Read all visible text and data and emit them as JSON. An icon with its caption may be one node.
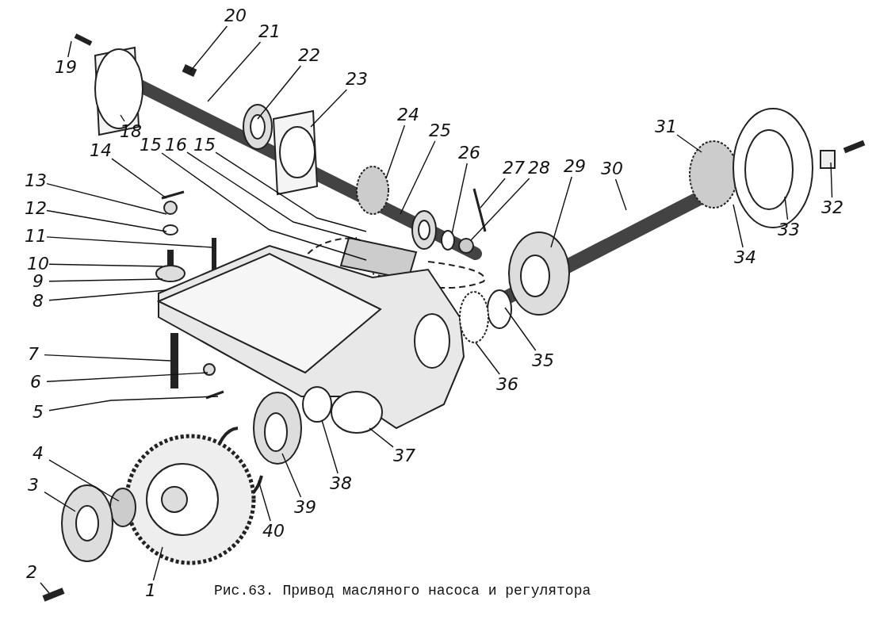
{
  "diagram": {
    "caption": "Рис.63. Привод масляного насоса и регулятора",
    "nodes": [
      {
        "text": [
          "1"
        ]
      },
      {
        "text": [
          "2"
        ]
      },
      {
        "text": [
          "3"
        ]
      },
      {
        "text": [
          "4"
        ]
      },
      {
        "text": [
          "5"
        ]
      },
      {
        "text": [
          "6"
        ]
      },
      {
        "text": [
          "7"
        ]
      },
      {
        "text": [
          "8"
        ]
      },
      {
        "text": [
          "9"
        ]
      },
      {
        "text": [
          "10"
        ]
      },
      {
        "text": [
          "11"
        ]
      },
      {
        "text": [
          "12"
        ]
      },
      {
        "text": [
          "13"
        ]
      },
      {
        "text": [
          "14"
        ]
      },
      {
        "text": [
          "15"
        ]
      },
      {
        "text": [
          "16"
        ]
      },
      {
        "text": [
          "15"
        ]
      },
      {
        "text": [
          "18"
        ]
      },
      {
        "text": [
          "19"
        ]
      },
      {
        "text": [
          "20"
        ]
      },
      {
        "text": [
          "21"
        ]
      },
      {
        "text": [
          "22"
        ]
      },
      {
        "text": [
          "23"
        ]
      },
      {
        "text": [
          "24"
        ]
      },
      {
        "text": [
          "25"
        ]
      },
      {
        "text": [
          "26"
        ]
      },
      {
        "text": [
          "27"
        ]
      },
      {
        "text": [
          "28"
        ]
      },
      {
        "text": [
          "29"
        ]
      },
      {
        "text": [
          "30"
        ]
      },
      {
        "text": [
          "31"
        ]
      },
      {
        "text": [
          "32"
        ]
      },
      {
        "text": [
          "33"
        ]
      },
      {
        "text": [
          "34"
        ]
      },
      {
        "text": [
          "35"
        ]
      },
      {
        "text": [
          "36"
        ]
      },
      {
        "text": [
          "37"
        ]
      },
      {
        "text": [
          "38"
        ]
      },
      {
        "text": [
          "39"
        ]
      },
      {
        "text": [
          "40"
        ]
      }
    ],
    "edges": [
      {
        "from": 0,
        "to": null,
        "arrow": "none"
      },
      {
        "from": 1,
        "to": null,
        "arrow": "none"
      },
      {
        "from": 2,
        "to": null,
        "arrow": "none"
      },
      {
        "from": 3,
        "to": null,
        "arrow": "none"
      },
      {
        "from": 4,
        "to": null,
        "arrow": "none"
      },
      {
        "from": 5,
        "to": null,
        "arrow": "none"
      },
      {
        "from": 6,
        "to": null,
        "arrow": "none"
      },
      {
        "from": 7,
        "to": null,
        "arrow": "none"
      },
      {
        "from": 8,
        "to": null,
        "arrow": "none"
      },
      {
        "from": 9,
        "to": null,
        "arrow": "none"
      },
      {
        "from": 10,
        "to": null,
        "arrow": "none"
      },
      {
        "from": 11,
        "to": null,
        "arrow": "none"
      },
      {
        "from": 12,
        "to": null,
        "arrow": "none"
      },
      {
        "from": 13,
        "to": null,
        "arrow": "none"
      },
      {
        "from": 14,
        "to": null,
        "arrow": "none"
      },
      {
        "from": 15,
        "to": null,
        "arrow": "none"
      },
      {
        "from": 16,
        "to": null,
        "arrow": "none"
      },
      {
        "from": 17,
        "to": null,
        "arrow": "none"
      },
      {
        "from": 18,
        "to": null,
        "arrow": "none"
      },
      {
        "from": 19,
        "to": null,
        "arrow": "none"
      },
      {
        "from": 20,
        "to": null,
        "arrow": "none"
      },
      {
        "from": 21,
        "to": null,
        "arrow": "none"
      },
      {
        "from": 22,
        "to": null,
        "arrow": "none"
      },
      {
        "from": 23,
        "to": null,
        "arrow": "none"
      },
      {
        "from": 24,
        "to": null,
        "arrow": "none"
      },
      {
        "from": 25,
        "to": null,
        "arrow": "none"
      },
      {
        "from": 26,
        "to": null,
        "arrow": "none"
      },
      {
        "from": 27,
        "to": null,
        "arrow": "none"
      },
      {
        "from": 28,
        "to": null,
        "arrow": "none"
      },
      {
        "from": 29,
        "to": null,
        "arrow": "none"
      },
      {
        "from": 30,
        "to": null,
        "arrow": "none"
      },
      {
        "from": 31,
        "to": null,
        "arrow": "none"
      },
      {
        "from": 32,
        "to": null,
        "arrow": "none"
      },
      {
        "from": 33,
        "to": null,
        "arrow": "none"
      },
      {
        "from": 34,
        "to": null,
        "arrow": "none"
      },
      {
        "from": 35,
        "to": null,
        "arrow": "none"
      },
      {
        "from": 36,
        "to": null,
        "arrow": "none"
      },
      {
        "from": 37,
        "to": null,
        "arrow": "none"
      },
      {
        "from": 38,
        "to": null,
        "arrow": "none"
      },
      {
        "from": 39,
        "to": null,
        "arrow": "none"
      }
    ]
  }
}
